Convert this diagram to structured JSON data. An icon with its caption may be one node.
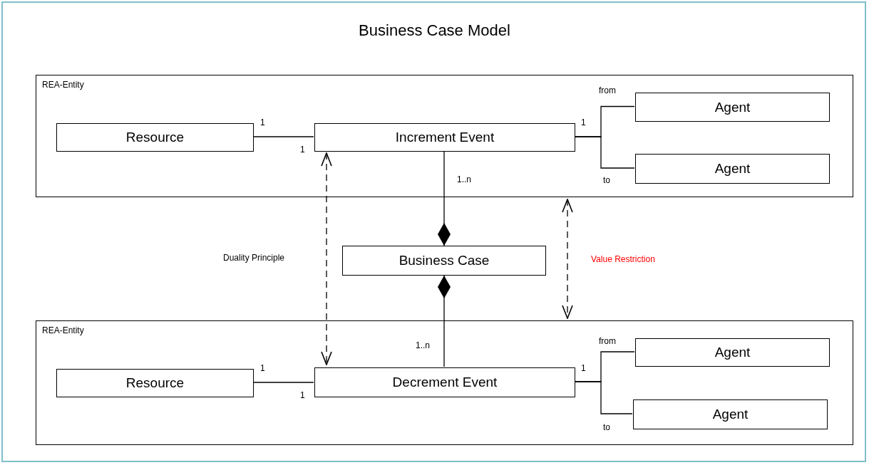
{
  "diagram": {
    "title": "Business Case Model",
    "nodes": [
      {
        "text": [
          "REA-Entity"
        ]
      },
      {
        "text": [
          "Resource"
        ],
        "in": 0
      },
      {
        "text": [
          "Increment Event"
        ],
        "in": 0
      },
      {
        "text": [
          "Agent"
        ],
        "in": 0
      },
      {
        "text": [
          "Agent"
        ],
        "in": 0
      },
      {
        "text": [
          "Business Case"
        ]
      },
      {
        "text": [
          "REA-Entity"
        ]
      },
      {
        "text": [
          "Resource"
        ],
        "in": 6
      },
      {
        "text": [
          "Decrement Event"
        ],
        "in": 6
      },
      {
        "text": [
          "Agent"
        ],
        "in": 6
      },
      {
        "text": [
          "Agent"
        ],
        "in": 6
      }
    ],
    "edges": [
      {
        "from": 1,
        "to": 2,
        "arrow": "none"
      },
      {
        "from": 2,
        "to": 3,
        "arrow": "none",
        "label": "from"
      },
      {
        "from": 2,
        "to": 4,
        "arrow": "none",
        "label": "to"
      },
      {
        "from": 2,
        "to": 5,
        "arrow": "other",
        "label": "1..n"
      },
      {
        "from": 8,
        "to": 5,
        "arrow": "other",
        "label": "1..n"
      },
      {
        "from": 2,
        "to": 8,
        "arrow": "both",
        "style": "dashed",
        "label": "Duality Principle"
      },
      {
        "from": 0,
        "to": 6,
        "arrow": "both",
        "style": "dashed",
        "label": "Value Restriction"
      },
      {
        "from": 7,
        "to": 8,
        "arrow": "none"
      },
      {
        "from": 8,
        "to": 9,
        "arrow": "none",
        "label": "from"
      },
      {
        "from": 8,
        "to": 10,
        "arrow": "none",
        "label": "to"
      }
    ],
    "labels": [
      "1",
      "1",
      "1",
      "1",
      "1",
      "1"
    ]
  }
}
